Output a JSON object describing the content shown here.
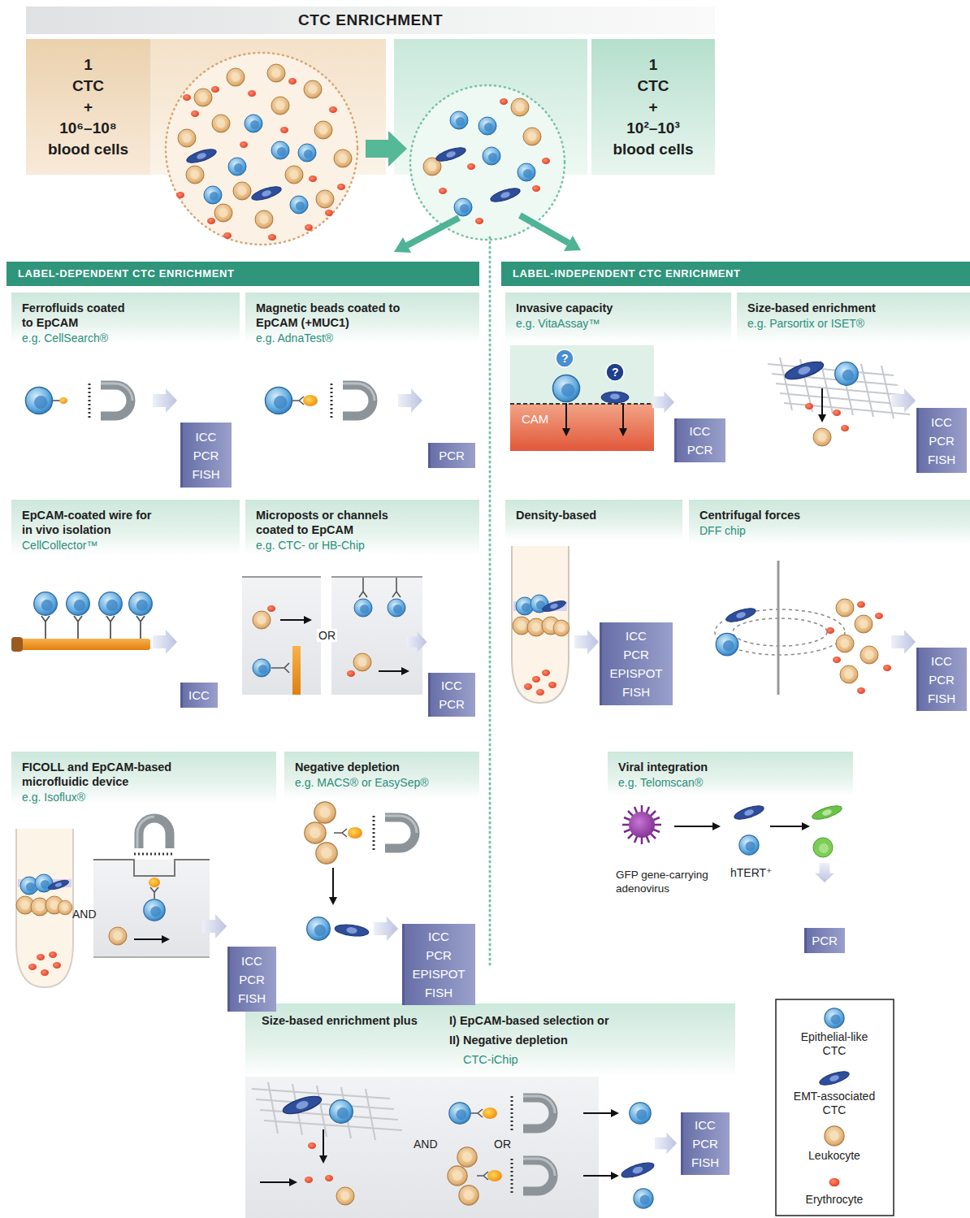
{
  "diagram": {
    "title": "CTC ENRICHMENT",
    "nodes": [
      {
        "text": [
          "1",
          "CTC",
          "+",
          "10⁶–10⁸",
          "blood cells"
        ]
      },
      {
        "text": [
          "1",
          "CTC",
          "+",
          "10²–10³",
          "blood cells"
        ]
      },
      {
        "text": [
          "LABEL-DEPENDENT CTC ENRICHMENT"
        ]
      },
      {
        "text": [
          "LABEL-INDEPENDENT CTC ENRICHMENT"
        ]
      },
      {
        "text": [
          "Ferrofluids coated to EpCAM",
          "e.g. CellSearch®"
        ]
      },
      {
        "text": [
          "ICC",
          "PCR",
          "FISH"
        ],
        "in": 4
      },
      {
        "text": [
          "Magnetic beads coated to EpCAM (+MUC1)",
          "e.g. AdnaTest®"
        ]
      },
      {
        "text": [
          "PCR"
        ],
        "in": 6
      },
      {
        "text": [
          "Invasive capacity",
          "e.g. VitaAssay™"
        ]
      },
      {
        "text": [
          "ICC",
          "PCR"
        ],
        "in": 8
      },
      {
        "text": [
          "Size-based enrichment",
          "e.g. Parsortix or ISET®"
        ]
      },
      {
        "text": [
          "ICC",
          "PCR",
          "FISH"
        ],
        "in": 10
      },
      {
        "text": [
          "EpCAM-coated wire for in vivo isolation",
          "CellCollector™"
        ]
      },
      {
        "text": [
          "ICC"
        ],
        "in": 12
      },
      {
        "text": [
          "Microposts or channels coated to EpCAM",
          "e.g. CTC- or HB-Chip"
        ]
      },
      {
        "text": [
          "ICC",
          "PCR"
        ],
        "in": 14
      },
      {
        "text": [
          "Density-based"
        ]
      },
      {
        "text": [
          "ICC",
          "PCR",
          "EPISPOT",
          "FISH"
        ],
        "in": 16
      },
      {
        "text": [
          "Centrifugal forces",
          "DFF chip"
        ]
      },
      {
        "text": [
          "ICC",
          "PCR",
          "FISH"
        ],
        "in": 18
      },
      {
        "text": [
          "FICOLL and EpCAM-based microfluidic device",
          "e.g. Isoflux®"
        ]
      },
      {
        "text": [
          "ICC",
          "PCR",
          "FISH"
        ],
        "in": 20
      },
      {
        "text": [
          "Negative depletion",
          "e.g. MACS® or EasySep®"
        ]
      },
      {
        "text": [
          "ICC",
          "PCR",
          "EPISPOT",
          "FISH"
        ],
        "in": 22
      },
      {
        "text": [
          "Viral integration",
          "e.g. Telomscan®"
        ]
      },
      {
        "text": [
          "PCR"
        ],
        "in": 24
      },
      {
        "text": [
          "Size-based enrichment plus",
          "I) EpCAM-based selection or",
          "II) Negative depletion",
          "CTC-iChip"
        ]
      },
      {
        "text": [
          "ICC",
          "PCR",
          "FISH"
        ],
        "in": 26
      }
    ],
    "labels": [
      "?",
      "?",
      "CAM",
      "OR",
      "AND",
      "GFP gene-carrying adenovirus",
      "hTERT⁺",
      "AND",
      "OR"
    ],
    "legend": [
      {
        "text": "Epithelial-like CTC"
      },
      {
        "text": "EMT-associated CTC"
      },
      {
        "text": "Leukocyte"
      },
      {
        "text": "Erythrocyte"
      }
    ]
  }
}
